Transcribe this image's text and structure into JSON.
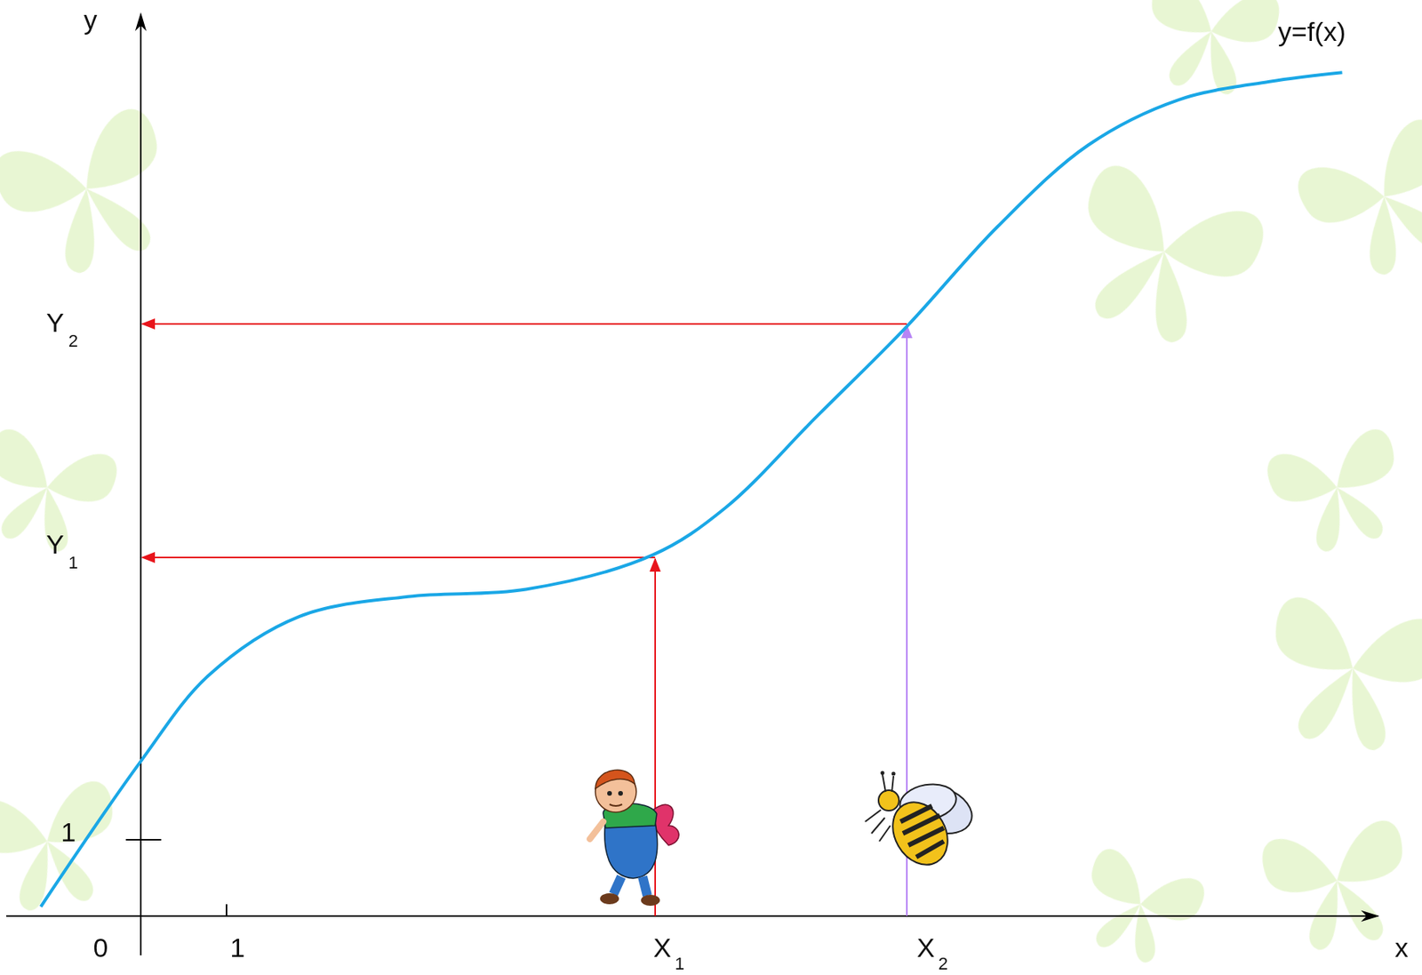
{
  "diagram": {
    "labels": [
      "y",
      "y=f(x)",
      "Y",
      "2",
      "Y",
      "1",
      "1",
      "0",
      "1",
      "X",
      "1",
      "X",
      "2",
      "x"
    ]
  }
}
